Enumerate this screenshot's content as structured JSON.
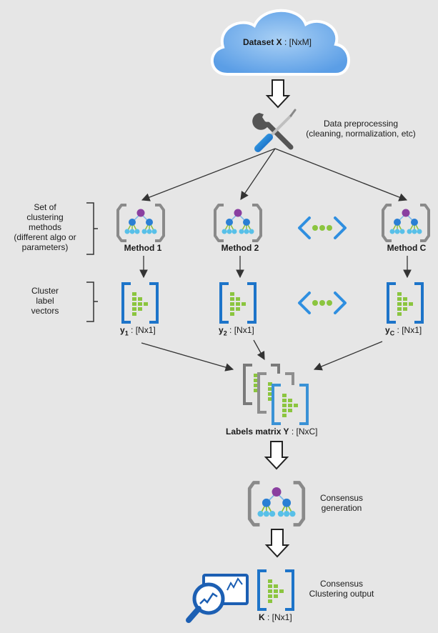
{
  "dataset": {
    "bold": "Dataset X",
    "rest": " : [NxM]"
  },
  "preprocessing": {
    "line1": "Data preprocessing",
    "line2": "(cleaning, normalization,  etc)"
  },
  "methods_brace_label": [
    "Set of",
    "clustering",
    "methods",
    "(different algo or",
    "parameters)"
  ],
  "vectors_brace_label": [
    "Cluster",
    "label",
    "vectors"
  ],
  "methods": [
    {
      "label": "Method 1"
    },
    {
      "label": "Method 2"
    },
    {
      "label": "Method C"
    }
  ],
  "vectors": [
    {
      "var": "y",
      "sub": "1",
      "rest": " : [Nx1]"
    },
    {
      "var": "y",
      "sub": "2",
      "rest": " : [Nx1]"
    },
    {
      "var": "y",
      "sub": "C",
      "rest": " : [Nx1]"
    }
  ],
  "labels_matrix": {
    "bold": "Labels matrix Y",
    "rest": " : [NxC]"
  },
  "consensus": {
    "line1": "Consensus",
    "line2": "generation"
  },
  "output": {
    "line1": "Consensus",
    "line2": "Clustering output"
  },
  "k_label": {
    "bold": "K",
    "rest": " : [Nx1]"
  },
  "colors": {
    "background": "#e6e6e6",
    "cloud_fill": "#7fb6ec",
    "cloud_edge": "#ffffff",
    "tree_purple": "#8a3fa0",
    "tree_blue": "#2a7fd4",
    "tree_cyan": "#58c0e8",
    "tree_green": "#8ec03a",
    "bracket_gray": "#8a8a8a",
    "bracket_blue": "#1d74c9",
    "vector_green": "#8bc53f",
    "arrow": "#333333",
    "dots_blue": "#2f8fe0",
    "dots_green": "#8bc53f",
    "monitor_blue": "#1c5fb3"
  }
}
